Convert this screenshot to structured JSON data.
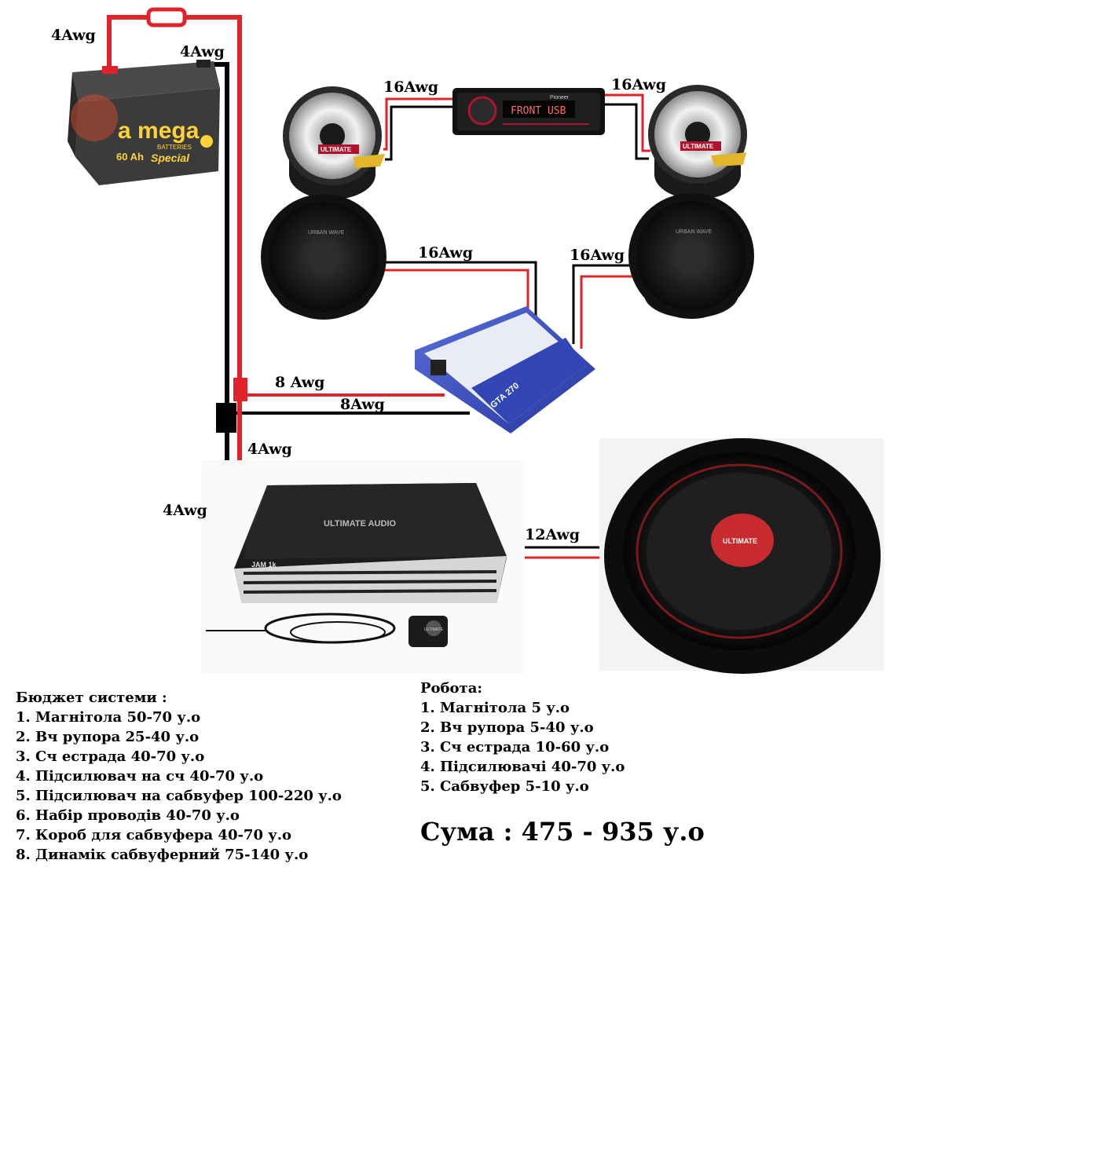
{
  "wire_labels": {
    "battery_positive": "4Awg",
    "battery_ground": "4Awg",
    "tweeter_left": "16Awg",
    "tweeter_right": "16Awg",
    "mid_left": "16Awg",
    "mid_right": "16Awg",
    "amp_power": "8 Awg",
    "amp_ground": "8Awg",
    "sub_amp_power": "4Awg",
    "sub_amp_ground": "4Awg",
    "sub_speaker": "12Awg"
  },
  "battery": {
    "brand": "a mega",
    "brand_sub": "BATTERIES",
    "series": "Special",
    "capacity": "60 Ah"
  },
  "head_unit": {
    "brand": "Pioneer",
    "display": "FRONT USB"
  },
  "tweeter_badge": "ULTIMATE",
  "mid_brand": "URBAN WAVE",
  "amp_small": {
    "model": "GTA 270"
  },
  "amp_big": {
    "brand": "ULTIMATE AUDIO",
    "model": "JAM 1k"
  },
  "subwoofer": {
    "badge": "ULTIMATE"
  },
  "remote_badge": "ULTIMATE",
  "budget": {
    "title": "Бюджет системи :",
    "items": [
      "1. Магнітола 50-70 у.о",
      "2. Вч рупора 25-40 у.о",
      "3. Сч естрада 40-70 у.о",
      "4. Підсилювач на сч 40-70 у.о",
      "5. Підсилювач на сабвуфер 100-220 у.о",
      "6. Набір проводів 40-70 у.о",
      "7. Короб для сабвуфера 40-70 у.о",
      "8. Динамік сабвуферний 75-140 у.о"
    ]
  },
  "work": {
    "title": "Робота:",
    "items": [
      "1. Магнітола 5 у.о",
      "2. Вч рупора 5-40 у.о",
      "3. Сч естрада 10-60 у.о",
      "4. Підсилювачі 40-70 у.о",
      "5. Сабвуфер 5-10 у.о"
    ]
  },
  "total": "Сума : 475 - 935 у.о"
}
